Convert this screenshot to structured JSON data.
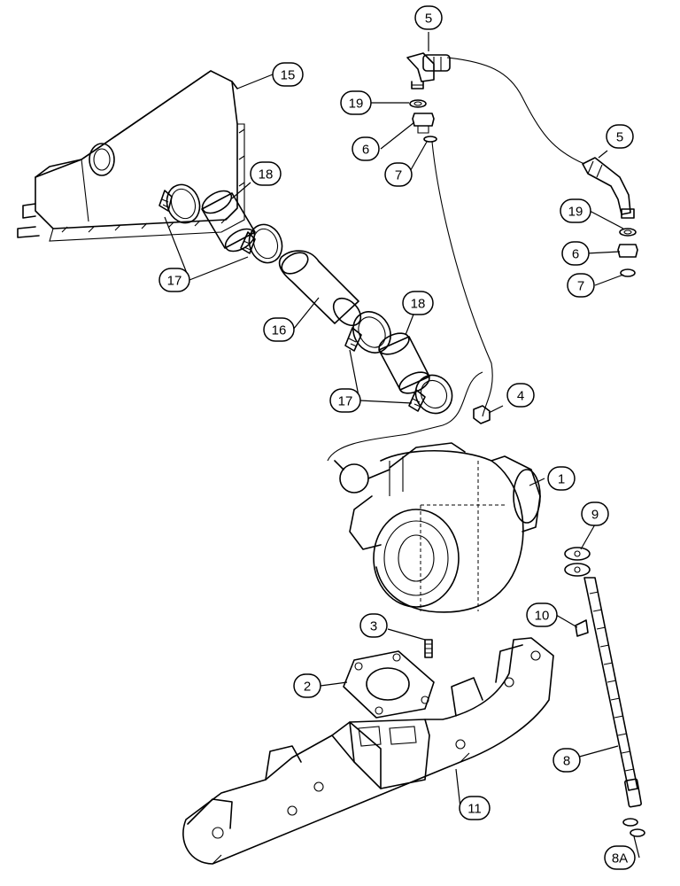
{
  "callouts": [
    {
      "id": "c15a",
      "label": "15"
    },
    {
      "id": "c18a",
      "label": "18"
    },
    {
      "id": "c17a",
      "label": "17"
    },
    {
      "id": "c16",
      "label": "16"
    },
    {
      "id": "c18b",
      "label": "18"
    },
    {
      "id": "c17b",
      "label": "17"
    },
    {
      "id": "c5a",
      "label": "5"
    },
    {
      "id": "c19a",
      "label": "19"
    },
    {
      "id": "c6a",
      "label": "6"
    },
    {
      "id": "c7a",
      "label": "7"
    },
    {
      "id": "c5b",
      "label": "5"
    },
    {
      "id": "c19b",
      "label": "19"
    },
    {
      "id": "c6b",
      "label": "6"
    },
    {
      "id": "c7b",
      "label": "7"
    },
    {
      "id": "c4",
      "label": "4"
    },
    {
      "id": "c1",
      "label": "1"
    },
    {
      "id": "c9",
      "label": "9"
    },
    {
      "id": "c10",
      "label": "10"
    },
    {
      "id": "c3",
      "label": "3"
    },
    {
      "id": "c2",
      "label": "2"
    },
    {
      "id": "c8",
      "label": "8"
    },
    {
      "id": "c11",
      "label": "11"
    },
    {
      "id": "c8a",
      "label": "8A"
    }
  ]
}
